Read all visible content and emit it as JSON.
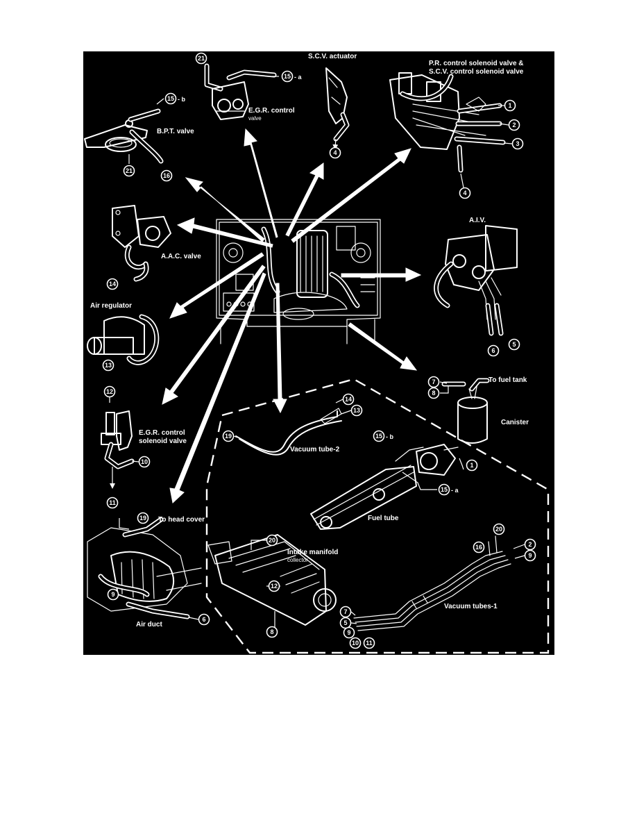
{
  "labels": {
    "scv_actuator": "S.C.V. actuator",
    "pr_solenoid_1": "P.R. control solenoid valve &",
    "pr_solenoid_2": "S.C.V. control solenoid valve",
    "egr_valve_1": "E.G.R. control",
    "egr_valve_2": "valve",
    "bpt_valve": "B.P.T. valve",
    "aac_valve": "A.A.C. valve",
    "aiv": "A.I.V.",
    "air_regulator": "Air regulator",
    "to_fuel_tank": "To fuel tank",
    "canister": "Canister",
    "egr_solenoid_1": "E.G.R. control",
    "egr_solenoid_2": "solenoid valve",
    "vacuum_tube_2": "Vacuum tube-2",
    "fuel_tube": "Fuel tube",
    "to_head_cover": "To head cover",
    "intake_1": "Intake manifold",
    "intake_2": "collector",
    "air_duct": "Air duct",
    "vacuum_tubes_1": "Vacuum tubes-1"
  },
  "numbers": {
    "n1": "1",
    "n2": "2",
    "n3": "3",
    "n4": "4",
    "n5": "5",
    "n6": "6",
    "n7": "7",
    "n8": "8",
    "n9": "9",
    "n10": "10",
    "n11": "11",
    "n12": "12",
    "n13": "13",
    "n14": "14",
    "n15": "15",
    "n16": "16",
    "n19": "19",
    "n20": "20",
    "n21": "21",
    "suffix_a": "- a",
    "suffix_b": "- b"
  },
  "colors": {
    "background": "#000000",
    "ink": "#ffffff",
    "page": "#ffffff"
  }
}
